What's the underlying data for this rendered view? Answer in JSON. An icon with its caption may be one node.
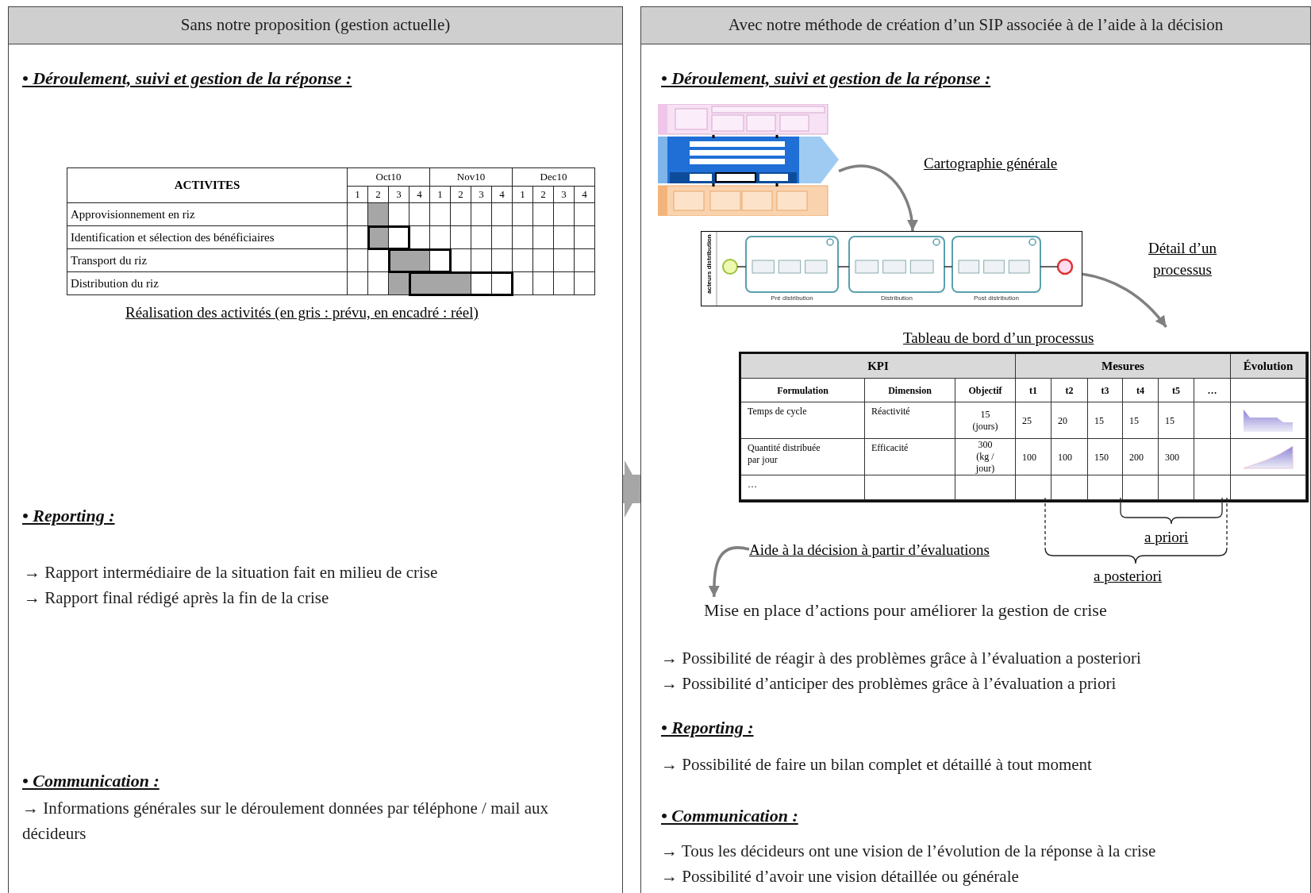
{
  "diagram": {
    "nodes": [
      {
        "text": [
          "Sans notre proposition (gestion actuelle)"
        ]
      },
      {
        "text": [
          "Avec notre méthode de création d’un SIP associée à de l’aide à la décision"
        ]
      },
      {
        "text": [],
        "shape": "picture",
        "in": 1
      },
      {
        "text": [],
        "shape": "picture",
        "in": 1
      },
      {
        "text": [
          "Tableau de bord d’un processus"
        ],
        "in": 1
      },
      {
        "text": [
          "Aide à la décision à partir d’évaluations"
        ],
        "in": 1
      },
      {
        "text": [
          "Mise en place d’actions pour améliorer la gestion de crise"
        ],
        "in": 1
      }
    ],
    "edges": [
      {
        "from": 0,
        "to": 1,
        "arrow": "to",
        "style": "thick",
        "color": "#a6a6a6"
      },
      {
        "from": 2,
        "to": 3,
        "arrow": "to"
      },
      {
        "from": 3,
        "to": 4,
        "arrow": "to"
      },
      {
        "from": 5,
        "to": 6,
        "arrow": "to"
      }
    ],
    "labels": [
      "• Déroulement, suivi et gestion de la réponse :",
      "ACTIVITES",
      "Oct10",
      "Nov10",
      "Dec10",
      "1",
      "2",
      "3",
      "4",
      "1",
      "2",
      "3",
      "4",
      "1",
      "2",
      "3",
      "4",
      "Approvisionnement en riz",
      "Identification et sélection des bénéficiaires",
      "Transport du riz",
      "Distribution du riz",
      "Réalisation des activités (en gris : prévu, en encadré : réel)",
      "• Reporting :",
      "→ Rapport intermédiaire de la situation fait en milieu de crise",
      "→ Rapport final rédigé après la fin de la crise",
      "• Communication :",
      "→ Informations générales sur le déroulement données par téléphone / mail aux décideurs",
      "• Déroulement, suivi et gestion de la réponse :",
      "Cartographie générale",
      "Détail d’un processus",
      "acteurs distribution",
      "Pré distribution",
      "Distribution",
      "Post distribution",
      "KPI",
      "Mesures",
      "Évolution",
      "Formulation",
      "Dimension",
      "Objectif",
      "t1",
      "t2",
      "t3",
      "t4",
      "t5",
      "…",
      "Temps de cycle",
      "Réactivité",
      "15 (jours)",
      "25",
      "20",
      "15",
      "15",
      "15",
      "Quantité distribuée par jour",
      "Efficacité",
      "300 (kg / jour)",
      "100",
      "100",
      "150",
      "200",
      "300",
      "…",
      "a priori",
      "a posteriori",
      "→ Possibilité de réagir à des problèmes grâce à l’évaluation a posteriori",
      "→ Possibilité d’anticiper des problèmes grâce à l’évaluation a priori",
      "• Reporting :",
      "→ Possibilité de faire un bilan complet et détaillé à tout moment",
      "• Communication :",
      "→ Tous les décideurs ont une vision de l’évolution de la réponse à la crise",
      "→ Possibilité d’avoir une vision détaillée ou générale"
    ]
  }
}
